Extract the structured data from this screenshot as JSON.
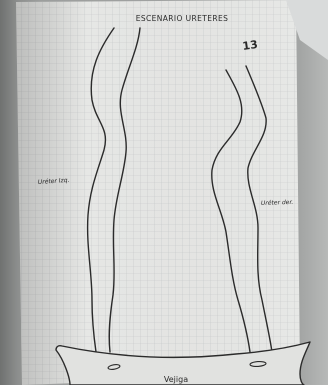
{
  "drawing": {
    "title": "ESCENARIO URETERES",
    "page_mark": "13",
    "label_left": "Uréter Izq.",
    "label_right": "Uréter der.",
    "label_bottom": "Vejiga"
  },
  "colors": {
    "paper": "#e7e8e6",
    "grid": "#c5c8c9",
    "ink": "#2a2a2a"
  }
}
